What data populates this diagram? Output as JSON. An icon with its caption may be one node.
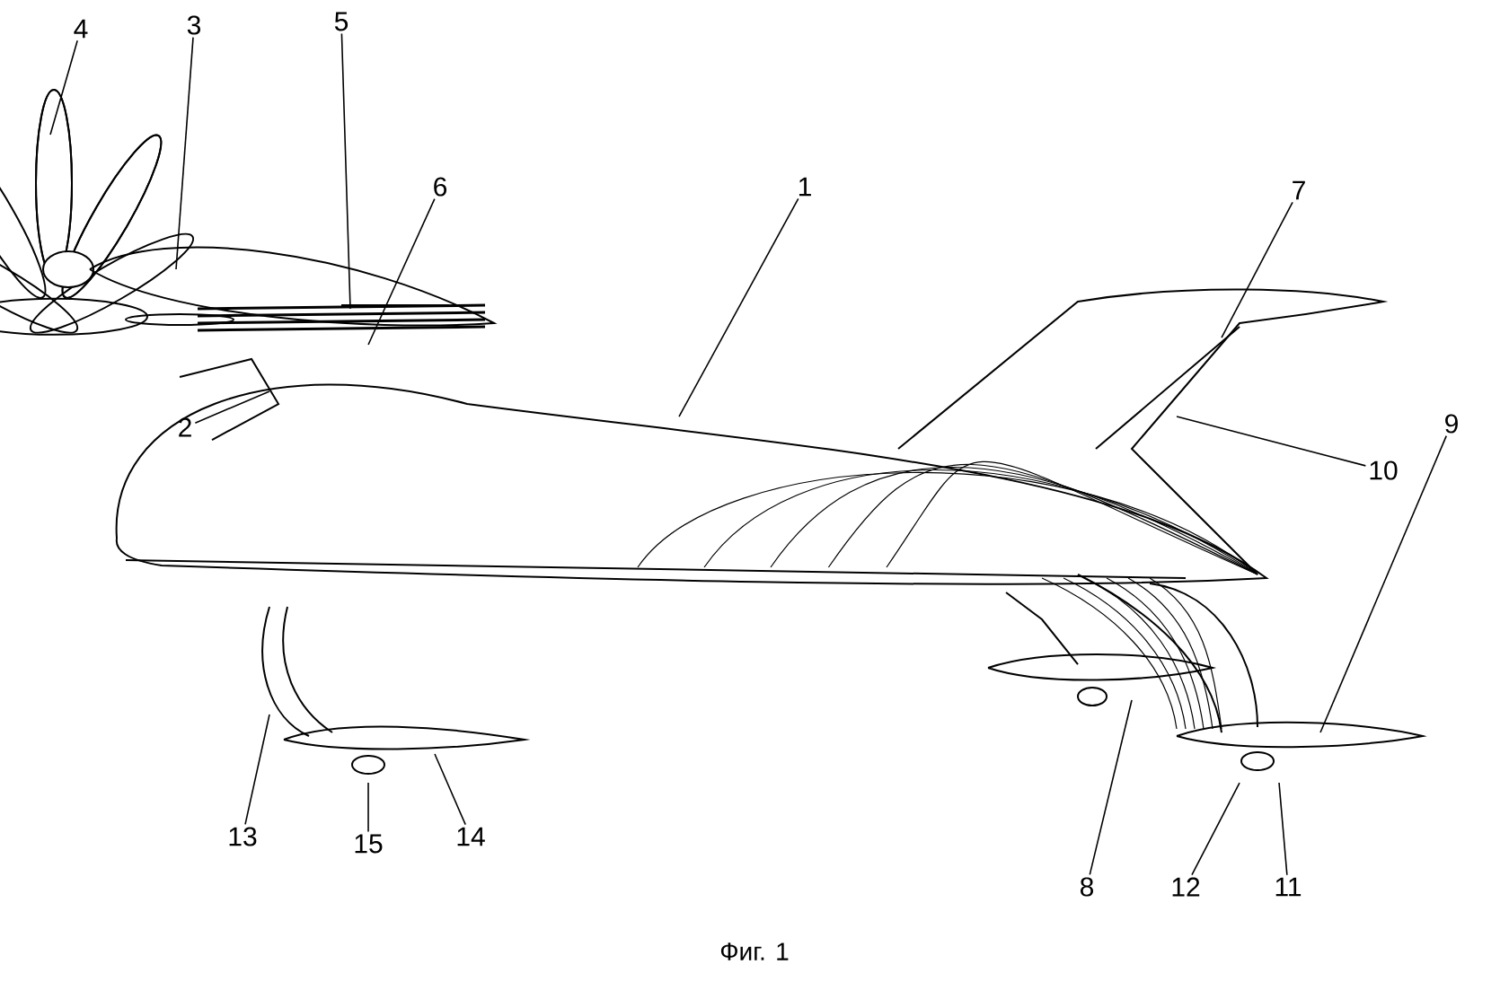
{
  "diagram": {
    "caption": "Фиг. 1",
    "nodes": [
      {
        "text": [
          "4"
        ]
      },
      {
        "text": [
          "3"
        ]
      },
      {
        "text": [
          "5"
        ]
      },
      {
        "text": [
          "6"
        ]
      },
      {
        "text": [
          "1"
        ]
      },
      {
        "text": [
          "7"
        ]
      },
      {
        "text": [
          "2"
        ]
      },
      {
        "text": [
          "10"
        ]
      },
      {
        "text": [
          "9"
        ]
      },
      {
        "text": [
          "13"
        ]
      },
      {
        "text": [
          "15"
        ]
      },
      {
        "text": [
          "14"
        ]
      },
      {
        "text": [
          "8"
        ]
      },
      {
        "text": [
          "12"
        ]
      },
      {
        "text": [
          "11"
        ]
      }
    ],
    "edges": [
      {
        "from": 0,
        "to": null,
        "arrow": "none"
      },
      {
        "from": 1,
        "to": null,
        "arrow": "none"
      },
      {
        "from": 2,
        "to": null,
        "arrow": "none"
      },
      {
        "from": 3,
        "to": null,
        "arrow": "none"
      },
      {
        "from": 4,
        "to": null,
        "arrow": "none"
      },
      {
        "from": 5,
        "to": null,
        "arrow": "none"
      },
      {
        "from": 6,
        "to": null,
        "arrow": "none"
      },
      {
        "from": 7,
        "to": null,
        "arrow": "none"
      },
      {
        "from": 8,
        "to": null,
        "arrow": "none"
      },
      {
        "from": 9,
        "to": null,
        "arrow": "none"
      },
      {
        "from": 10,
        "to": null,
        "arrow": "none"
      },
      {
        "from": 11,
        "to": null,
        "arrow": "none"
      },
      {
        "from": 12,
        "to": null,
        "arrow": "none"
      },
      {
        "from": 13,
        "to": null,
        "arrow": "none"
      },
      {
        "from": 14,
        "to": null,
        "arrow": "none"
      }
    ]
  }
}
